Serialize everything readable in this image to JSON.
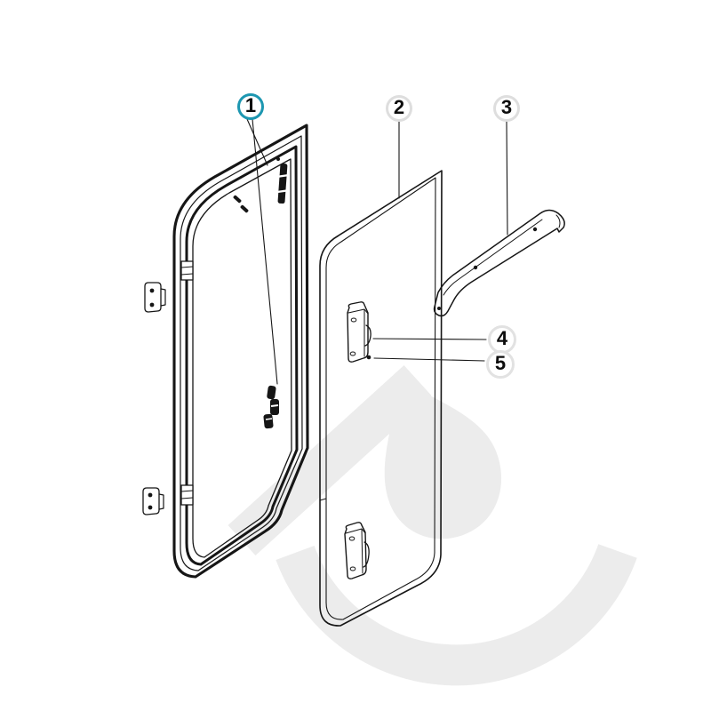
{
  "diagram": {
    "callouts": [
      {
        "label": "1",
        "ring_color": "#1d97b1"
      },
      {
        "label": "2",
        "ring_color": "#dedede"
      },
      {
        "label": "3",
        "ring_color": "#dedede"
      },
      {
        "label": "4",
        "ring_color": "#e2e2e2"
      },
      {
        "label": "5",
        "ring_color": "#e2e2e2"
      }
    ],
    "colors": {
      "line": "#161616",
      "background": "#ffffff",
      "watermark": "#ececec",
      "accent": "#1d97b1"
    }
  }
}
